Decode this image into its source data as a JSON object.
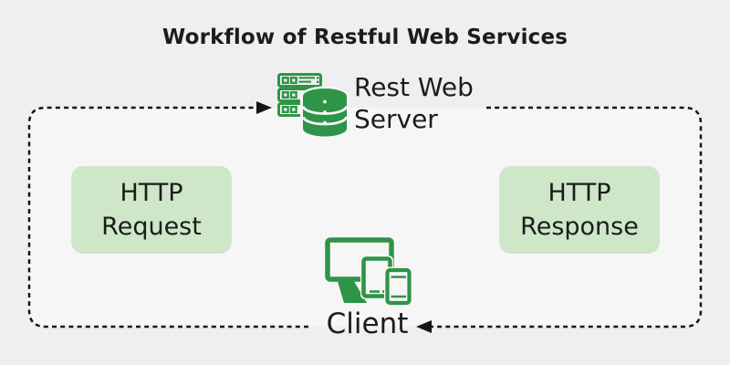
{
  "title": "Workflow of Restful Web Services",
  "server": {
    "icon": "server-database-icon",
    "label_line1": "Rest Web",
    "label_line2": "Server"
  },
  "request_box": {
    "line1": "HTTP",
    "line2": "Request"
  },
  "response_box": {
    "line1": "HTTP",
    "line2": "Response"
  },
  "client": {
    "icon": "devices-icon",
    "label": "Client"
  },
  "arrows": {
    "request_direction": "client-to-server",
    "response_direction": "server-to-client",
    "style": "dashed"
  },
  "colors": {
    "icon_green": "#2e9447",
    "box_green": "#cfe7c9",
    "line_black": "#151515",
    "text_dark": "#1c1c1c",
    "bg_outer": "#efeff0",
    "bg_inner": "#f6f6f7"
  }
}
